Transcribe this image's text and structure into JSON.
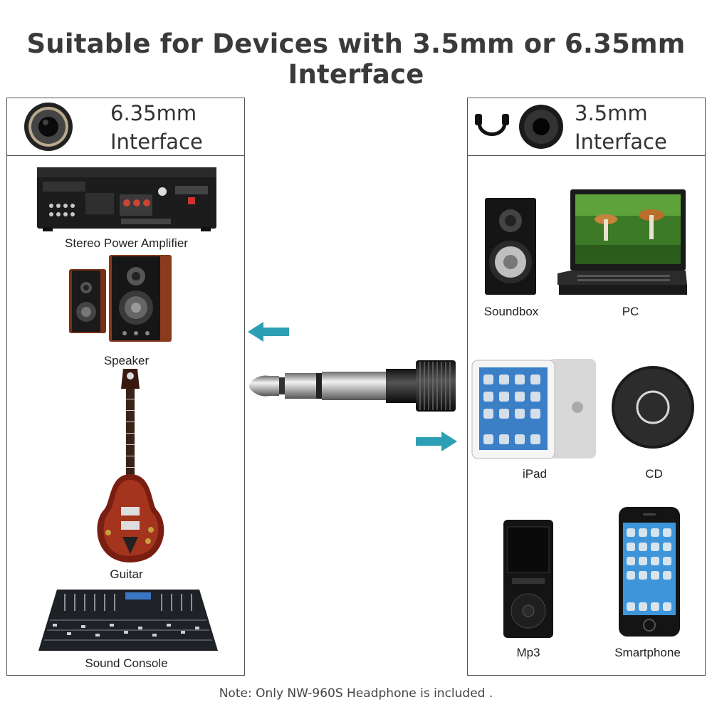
{
  "title": "Suitable for Devices with 3.5mm or 6.35mm Interface",
  "left_panel": {
    "header_line1": "6.35mm",
    "header_line2": "Interface",
    "icon": "jack-socket-icon",
    "devices": [
      {
        "label": "Stereo Power Amplifier",
        "icon": "amplifier-icon"
      },
      {
        "label": "Speaker",
        "icon": "speaker-icon"
      },
      {
        "label": "Guitar",
        "icon": "guitar-icon"
      },
      {
        "label": "Sound Console",
        "icon": "mixing-console-icon"
      }
    ]
  },
  "right_panel": {
    "header_line1": "3.5mm",
    "header_line2": "Interface",
    "icons": [
      "headphone-icon",
      "jack-socket-icon"
    ],
    "devices": [
      {
        "label": "Soundbox",
        "icon": "soundbox-icon"
      },
      {
        "label": "PC",
        "icon": "laptop-icon"
      },
      {
        "label": "iPad",
        "icon": "tablet-icon"
      },
      {
        "label": "CD",
        "icon": "cd-player-icon"
      },
      {
        "label": "Mp3",
        "icon": "mp3-player-icon"
      },
      {
        "label": "Smartphone",
        "icon": "smartphone-icon"
      }
    ]
  },
  "adapter": {
    "icon": "adapter-plug-icon",
    "arrow_color": "#2d9fb5"
  },
  "note": "Note: Only NW-960S Headphone is included ."
}
